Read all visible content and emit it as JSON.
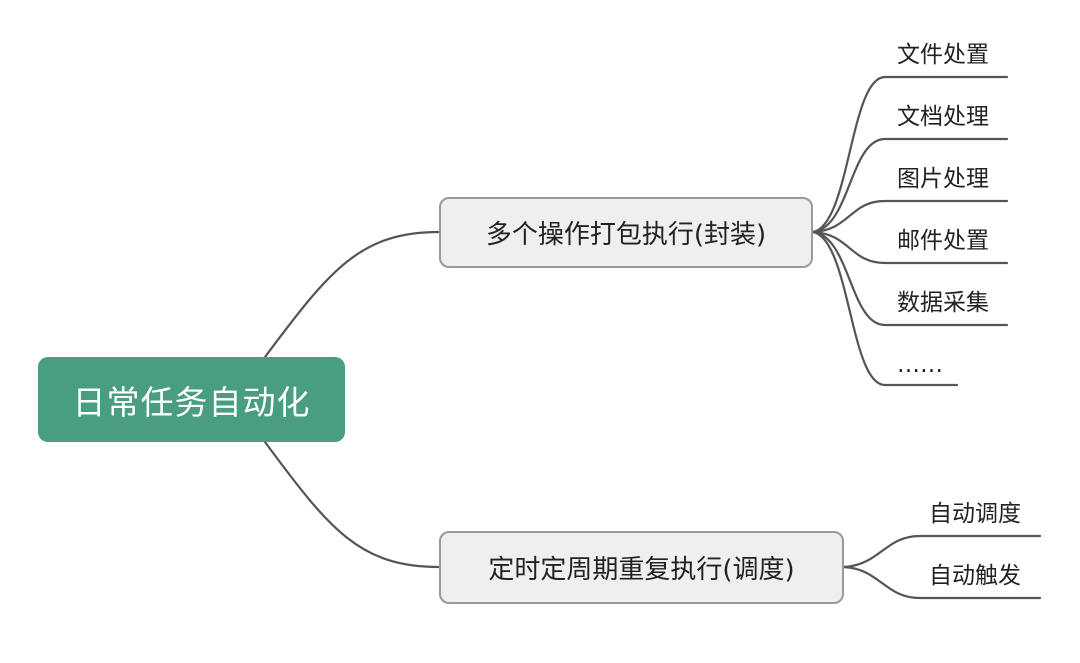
{
  "root": {
    "label": "日常任务自动化"
  },
  "branches": [
    {
      "label": "多个操作打包执行(封装)",
      "children": [
        "文件处置",
        "文档处理",
        "图片处理",
        "邮件处置",
        "数据采集",
        "……"
      ]
    },
    {
      "label": "定时定周期重复执行(调度)",
      "children": [
        "自动调度",
        "自动触发"
      ]
    }
  ],
  "colors": {
    "root_fill": "#4a9e80",
    "branch_fill": "#efefef",
    "branch_border": "#9a9a9a",
    "edge": "#555555"
  }
}
